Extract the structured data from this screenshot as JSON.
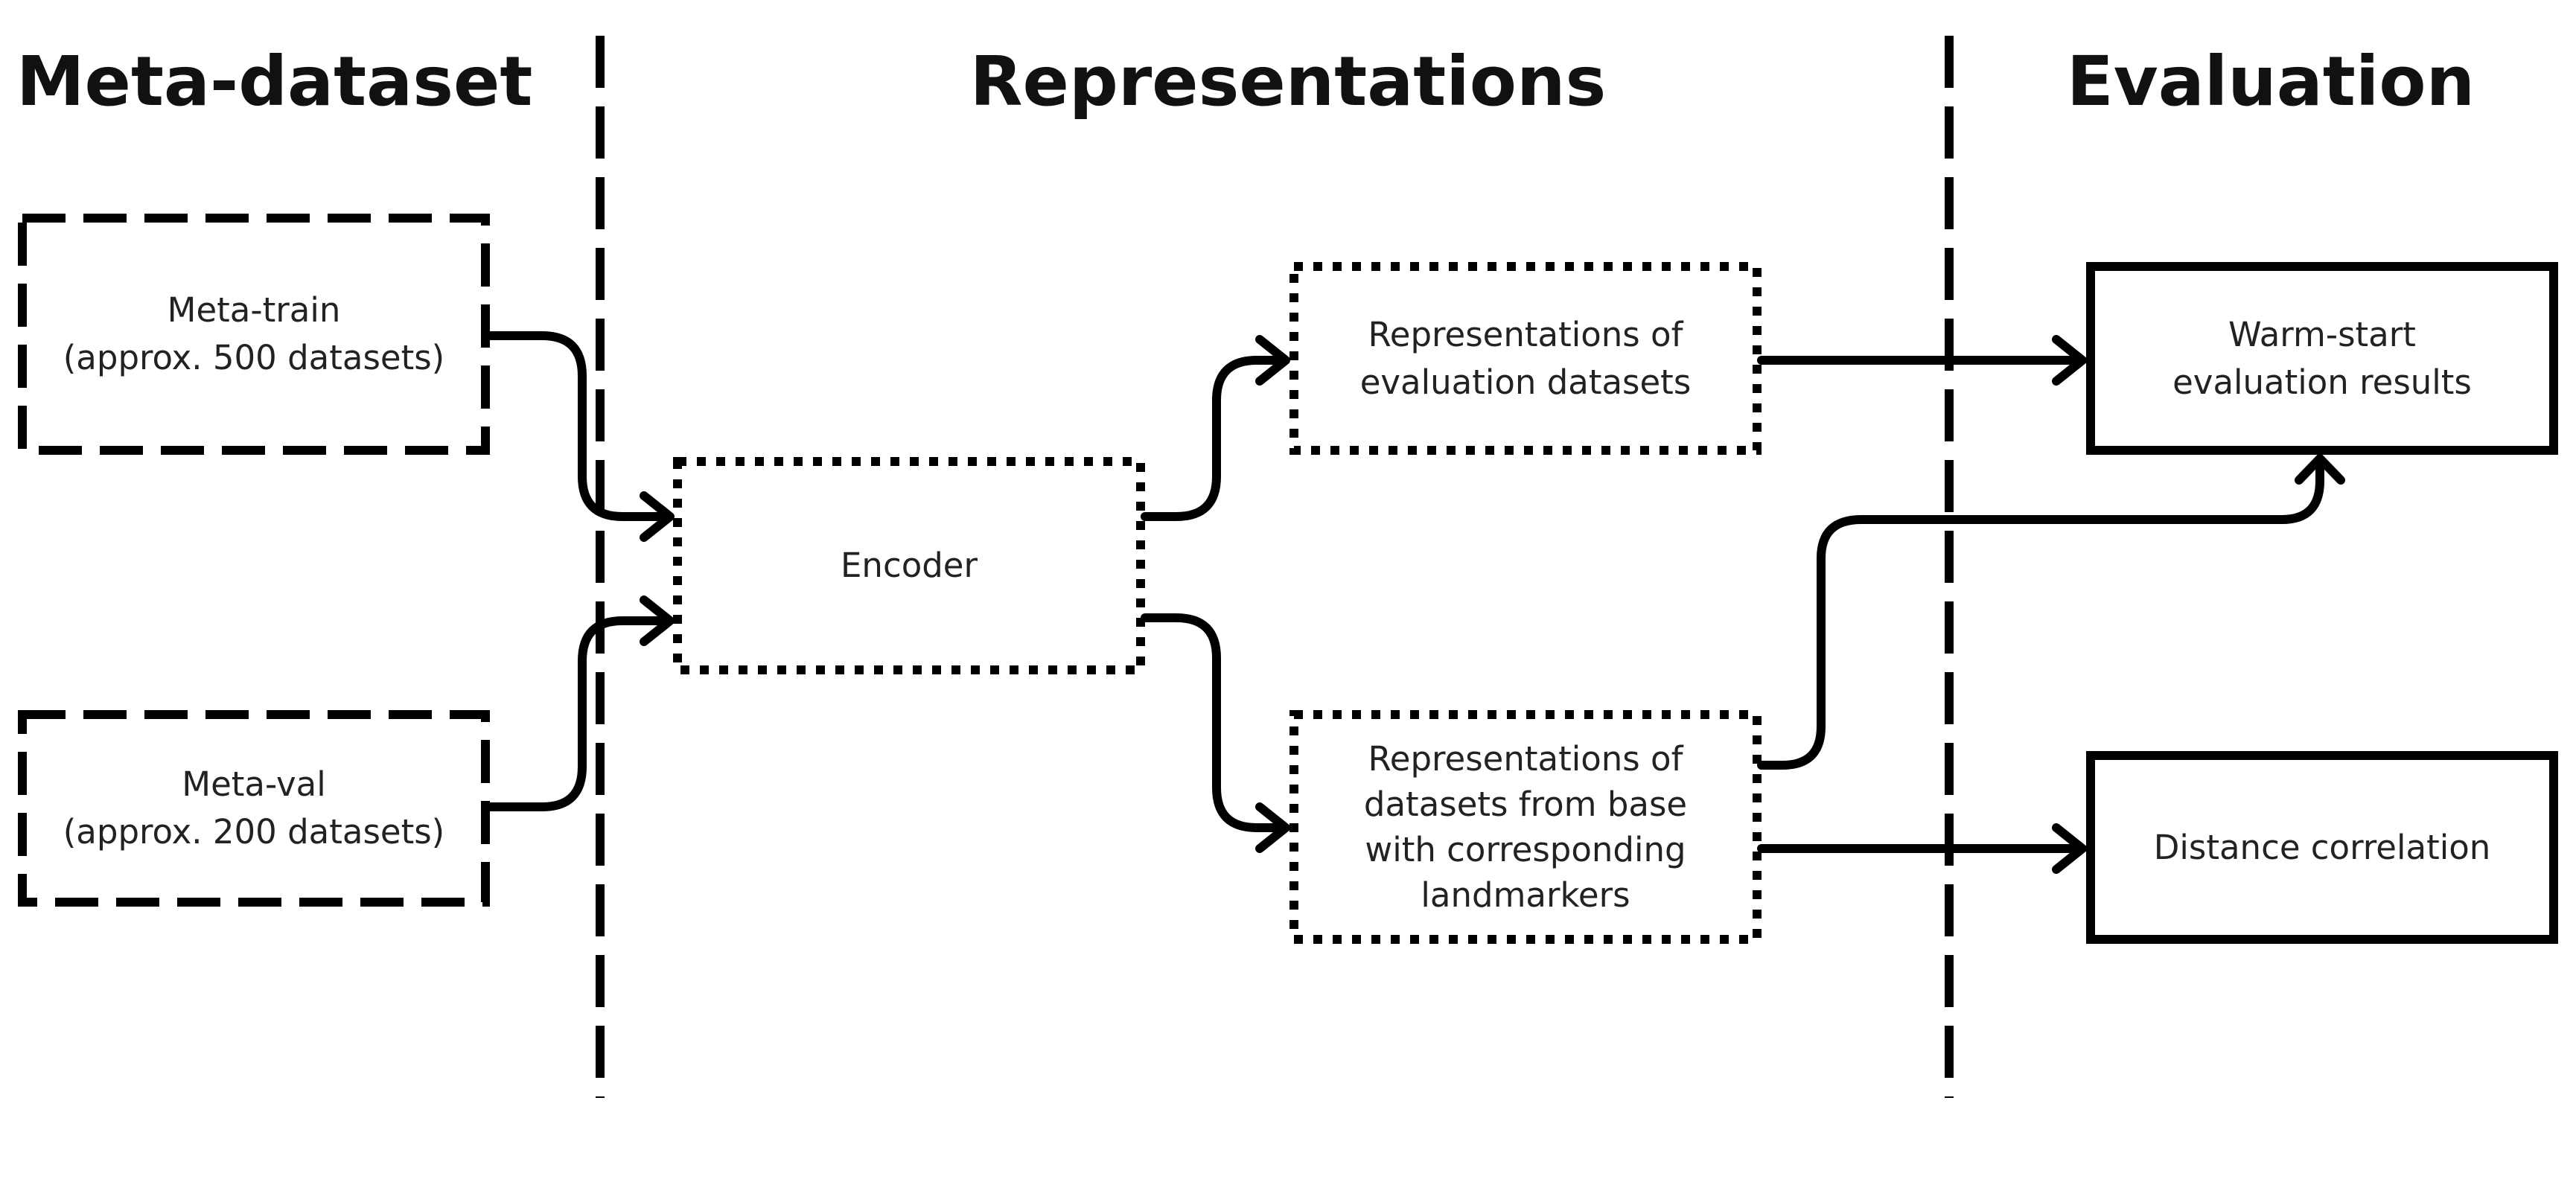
{
  "sections": {
    "meta_dataset": "Meta-dataset",
    "representations": "Representations",
    "evaluation": "Evaluation"
  },
  "boxes": {
    "meta_train": {
      "line1": "Meta-train",
      "line2": "(approx. 500 datasets)",
      "border": "dashed"
    },
    "meta_val": {
      "line1": "Meta-val",
      "line2": "(approx. 200 datasets)",
      "border": "dashed"
    },
    "encoder": {
      "line1": "Encoder",
      "border": "dotted"
    },
    "repr_eval": {
      "line1": "Representations of",
      "line2": "evaluation datasets",
      "border": "dotted"
    },
    "repr_base": {
      "line1": "Representations of",
      "line2": "datasets from base",
      "line3": "with corresponding",
      "line4": "landmarkers",
      "border": "dotted"
    },
    "warm_start": {
      "line1": "Warm-start",
      "line2": "evaluation results",
      "border": "solid"
    },
    "distance_corr": {
      "line1": "Distance correlation",
      "border": "solid"
    }
  },
  "edges": [
    [
      "meta_train",
      "encoder"
    ],
    [
      "meta_val",
      "encoder"
    ],
    [
      "encoder",
      "repr_eval"
    ],
    [
      "encoder",
      "repr_base"
    ],
    [
      "repr_eval",
      "warm_start"
    ],
    [
      "repr_base",
      "warm_start"
    ],
    [
      "repr_base",
      "distance_corr"
    ]
  ],
  "colors": {
    "stroke": "#000000",
    "text": "#222222",
    "background": "#ffffff"
  }
}
